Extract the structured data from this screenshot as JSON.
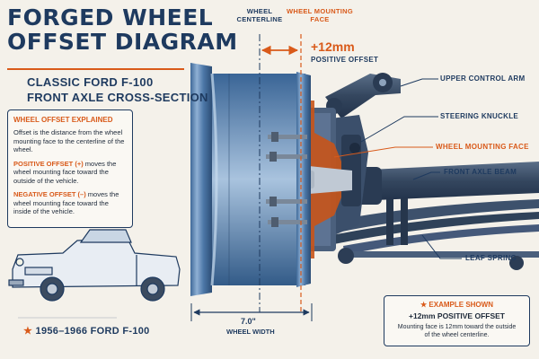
{
  "title_lines": [
    "FORGED WHEEL",
    "OFFSET DIAGRAM"
  ],
  "subtitle_lines": [
    "CLASSIC FORD F-100",
    "FRONT AXLE CROSS-SECTION"
  ],
  "explanation": {
    "heading": "WHEEL OFFSET EXPLAINED",
    "intro": "Offset is the distance from the wheel mounting face to the centerline of the wheel.",
    "positive_label": "POSITIVE OFFSET (+)",
    "positive_text": " moves the wheel mounting face toward the outside of the vehicle.",
    "negative_label": "NEGATIVE OFFSET (–)",
    "negative_text": " moves the wheel mounting face toward the inside of the vehicle."
  },
  "top_labels": {
    "centerline": [
      "WHEEL",
      "CENTERLINE"
    ],
    "mounting_face": [
      "WHEEL MOUNTING",
      "FACE"
    ],
    "offset_value": "+12mm",
    "offset_caption": "POSITIVE OFFSET"
  },
  "callouts": {
    "upper_control_arm": "UPPER CONTROL ARM",
    "steering_knuckle": "STEERING KNUCKLE",
    "wheel_mounting_face": "WHEEL MOUNTING FACE",
    "front_axle_beam": "FRONT AXLE BEAM",
    "leaf_spring": "LEAF SPRING"
  },
  "wheel_width": {
    "value": "7.0\"",
    "label": "WHEEL WIDTH"
  },
  "example": {
    "heading": "EXAMPLE SHOWN",
    "star": "★",
    "value": "+12mm POSITIVE OFFSET",
    "note_lines": [
      "Mounting face is 12mm toward the outside",
      "of the wheel centerline."
    ]
  },
  "truck_caption": {
    "star": "★",
    "text": "1956–1966 FORD F-100"
  },
  "colors": {
    "navy": "#1e3a5f",
    "orange": "#d95a1a",
    "steel": "#5b7fa6",
    "steel_light": "#9fbad6",
    "background": "#f4f1ea"
  }
}
